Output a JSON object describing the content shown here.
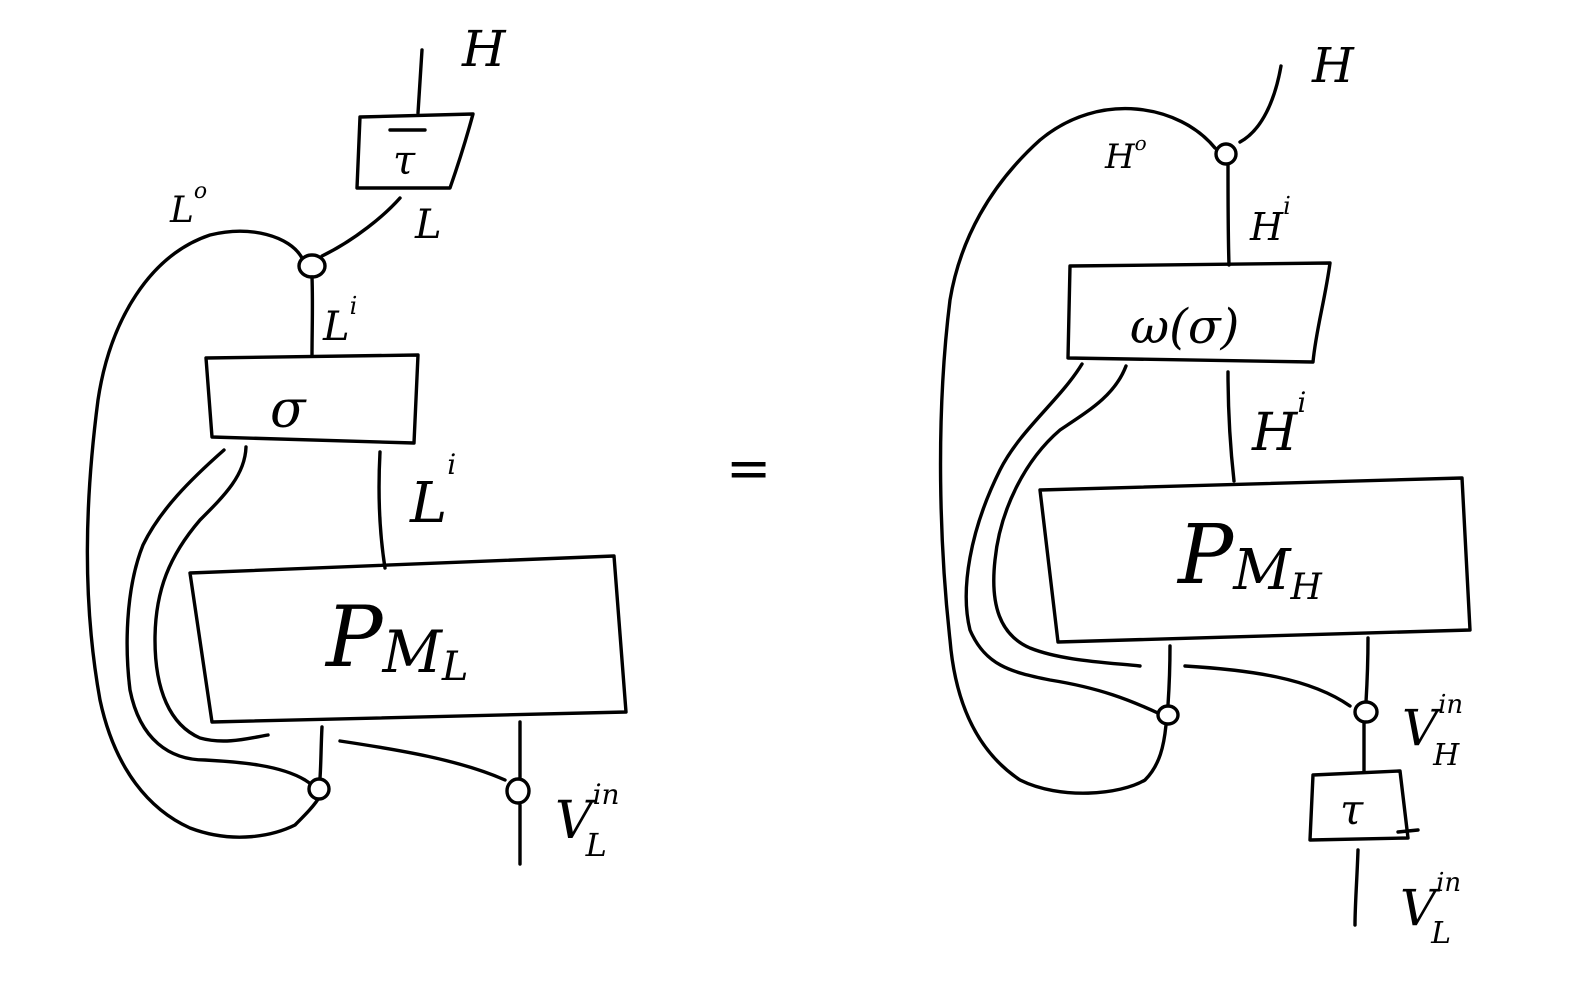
{
  "left_diagram": {
    "top_output": "H",
    "tau_bar_box": "τ",
    "wire_L": "L",
    "wire_L_o": "L",
    "wire_L_o_sup": "o",
    "wire_L_i_upper": "L",
    "wire_L_i_upper_sup": "i",
    "sigma_box": "σ",
    "wire_L_i_lower": "L",
    "wire_L_i_lower_sup": "i",
    "p_box": "P",
    "p_box_sub_main": "M",
    "p_box_sub_sub": "L",
    "bottom_input": "V",
    "bottom_input_sup": "in",
    "bottom_input_sub": "L"
  },
  "equals": "=",
  "right_diagram": {
    "top_output": "H",
    "wire_H_o": "H",
    "wire_H_o_sup": "o",
    "wire_H_i_upper": "H",
    "wire_H_i_upper_sup": "i",
    "omega_box": "ω(σ)",
    "wire_H_i_lower": "H",
    "wire_H_i_lower_sup": "i",
    "p_box": "P",
    "p_box_sub_main": "M",
    "p_box_sub_sub": "H",
    "mid_input": "V",
    "mid_input_sup": "in",
    "mid_input_sub": "H",
    "tau_box": "τ",
    "bottom_input": "V",
    "bottom_input_sup": "in",
    "bottom_input_sub": "L"
  }
}
